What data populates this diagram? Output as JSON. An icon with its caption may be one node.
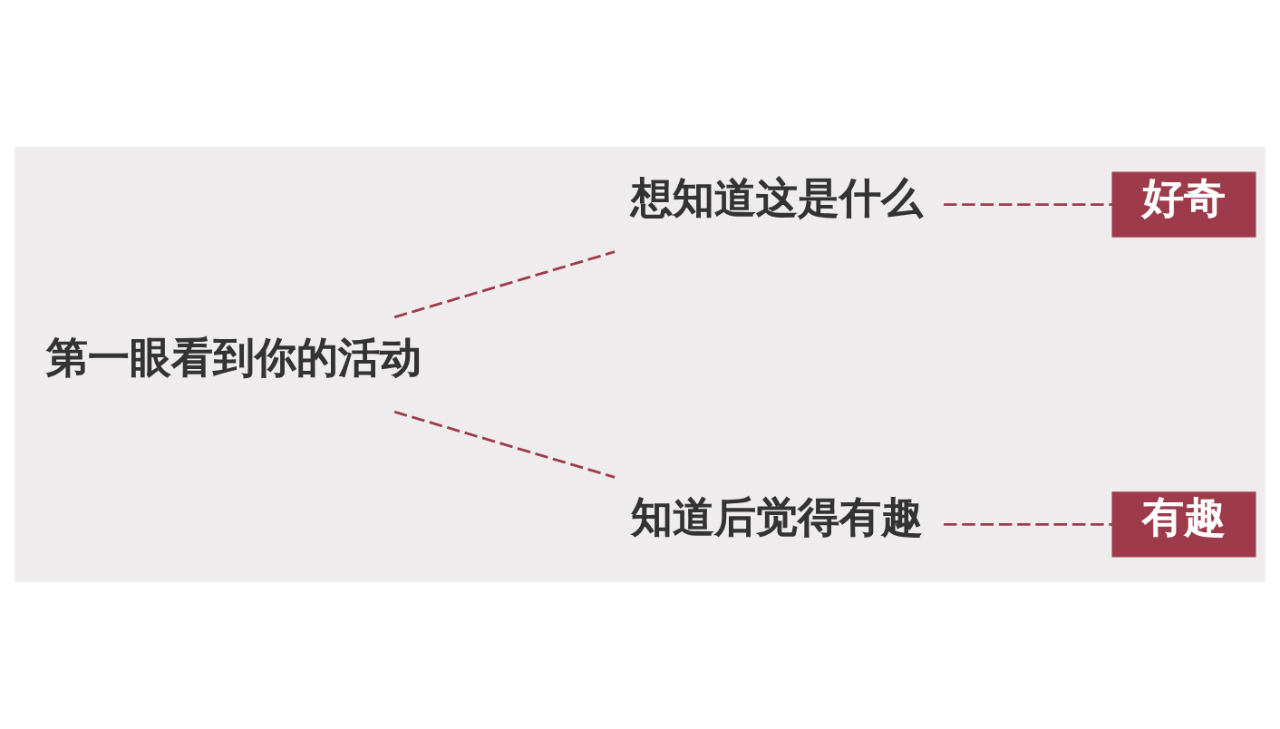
{
  "diagram": {
    "nodes": [
      {
        "text": [
          "第一眼看到你的活动"
        ]
      },
      {
        "text": [
          "想知道这是什么"
        ]
      },
      {
        "text": [
          "知道后觉得有趣"
        ]
      },
      {
        "text": [
          "好奇"
        ]
      },
      {
        "text": [
          "有趣"
        ]
      }
    ],
    "edges": [
      {
        "from": 0,
        "to": 1,
        "arrow": "none",
        "style": "dashed"
      },
      {
        "from": 0,
        "to": 2,
        "arrow": "none",
        "style": "dashed"
      },
      {
        "from": 1,
        "to": 3,
        "arrow": "none",
        "style": "dashed"
      },
      {
        "from": 2,
        "to": 4,
        "arrow": "none",
        "style": "dashed"
      }
    ]
  }
}
